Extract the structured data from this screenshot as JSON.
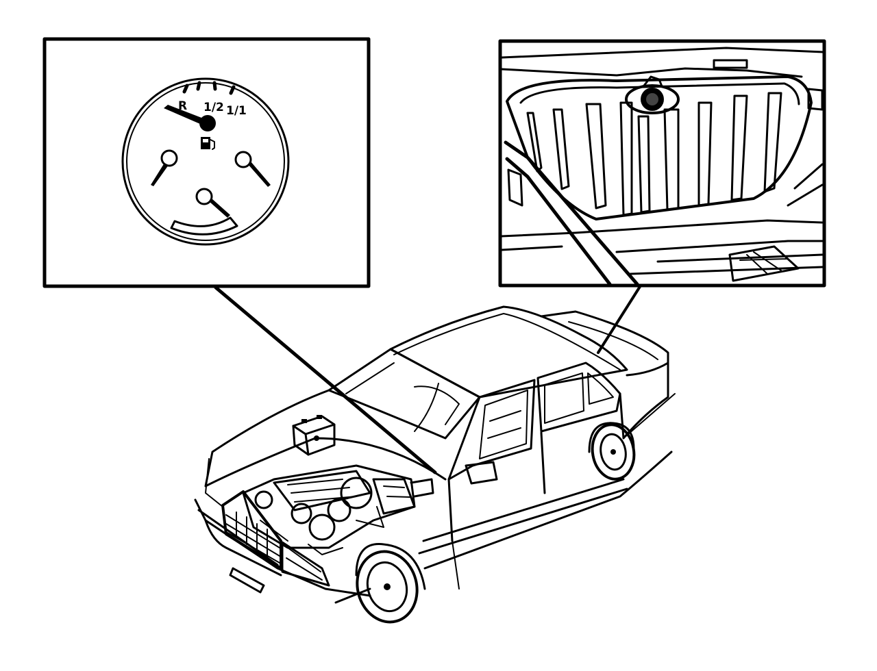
{
  "fuel_gauge": {
    "scale_labels": [
      "R",
      "1/2",
      "1/1"
    ],
    "icon": "fuel-pump-icon",
    "needle_level_fraction": 0.0
  },
  "colors": {
    "ink": "#000000",
    "paper": "#ffffff"
  }
}
